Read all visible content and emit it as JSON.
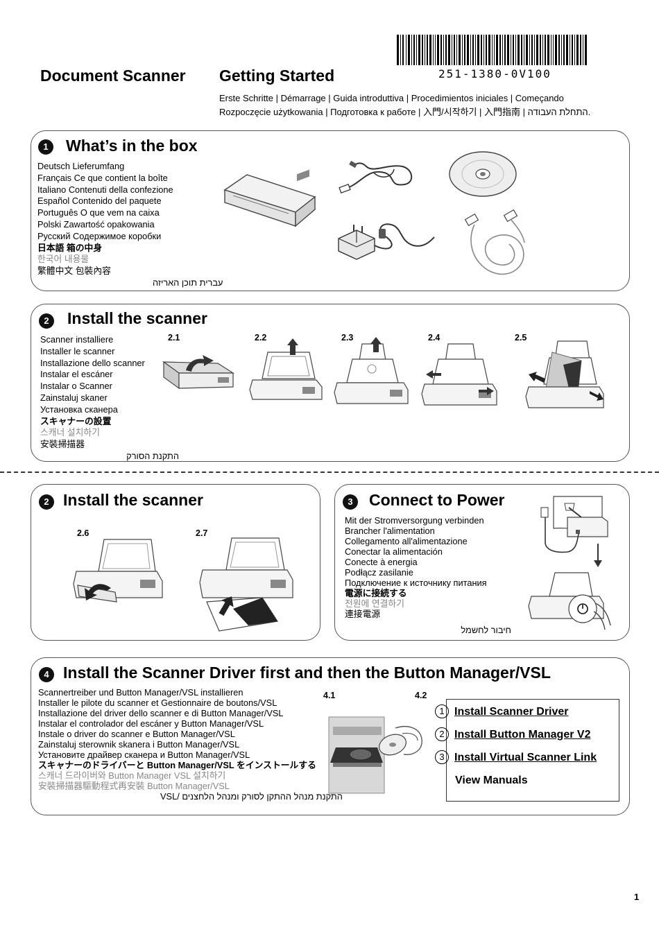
{
  "header": {
    "doc_title": "Document Scanner",
    "title": "Getting Started",
    "part_number": "251-1380-0V100",
    "sub_line1": "Erste Schritte | Démarrage | Guida introduttiva | Procedimientos iniciales | Começando",
    "sub_line2": "Rozpoczęcie użytkowania | Подготовка к работе | 入門/시작하기 | 入門指南 | התחלת העבודה."
  },
  "box_section": {
    "number": "1",
    "title": "What’s in the box",
    "languages": [
      "Deutsch Lieferumfang",
      "Français Ce que contient la boîte",
      "Italiano Contenuti della confezione",
      "Español Contenido del paquete",
      "Português O que vem na caixa",
      "Polski Zawartość opakowania",
      "Русский Содержимое коробки",
      "日本語 箱の中身",
      "한국어 내용물",
      "繁體中文 包裝內容",
      "עברית תוכן האריזה"
    ]
  },
  "install_section": {
    "number": "2",
    "title": "Install the scanner",
    "languages": [
      "Scanner installiere",
      "Installer le scanner",
      "Installazione dello scanner",
      "Instalar el escáner",
      "Instalar o Scanner",
      "Zainstaluj skaner",
      "Установка сканера",
      "スキャナーの設置",
      "스캐너 설치하기",
      "安裝掃描器",
      "התקנת הסורק"
    ],
    "steps": [
      "2.1",
      "2.2",
      "2.3",
      "2.4",
      "2.5"
    ]
  },
  "install_section_b": {
    "number": "2",
    "title": "Install the scanner",
    "steps": [
      "2.6",
      "2.7"
    ]
  },
  "power_section": {
    "number": "3",
    "title": "Connect to Power",
    "languages": [
      "Mit der Stromversorgung verbinden",
      "Brancher l'alimentation",
      "Collegamento all'alimentazione",
      "Conectar la alimentación",
      "Conecte à energia",
      "Podłącz zasilanie",
      "Подключение к источнику питания",
      "電源に接続する",
      "전원에 연결하기",
      "連接電源",
      "חיבור לחשמל"
    ]
  },
  "driver_section": {
    "number": "4",
    "title": "Install the Scanner Driver first and then the Button Manager/VSL",
    "languages": [
      "Scannertreiber und Button Manager/VSL installieren",
      "Installer le pilote du scanner et Gestionnaire de boutons/VSL",
      "Installazione del driver dello scanner e di Button Manager/VSL",
      "Instalar el controlador del escáner y Button Manager/VSL",
      "Instale o driver do scanner e Button Manager/VSL",
      "Zainstaluj sterownik skanera i Button Manager/VSL",
      "Установите драйвер сканера и Button Manager/VSL",
      "スキャナーのドライバーと Button Manager/VSL をインストールする",
      "스캐너 드라이버와 Button Manager VSL 설치하기",
      "安裝掃描器驅動程式再安裝 Button Manager/VSL",
      "התקנת מנהל ההתקן לסורק ומנהל הלחצנים /VSL"
    ],
    "steps": [
      "4.1",
      "4.2"
    ],
    "menu": [
      {
        "num": "1",
        "label": "Install Scanner Driver"
      },
      {
        "num": "2",
        "label": "Install Button Manager V2"
      },
      {
        "num": "3",
        "label": "Install Virtual Scanner Link"
      },
      {
        "num": "",
        "label": "View Manuals"
      }
    ]
  },
  "page_number": "1"
}
